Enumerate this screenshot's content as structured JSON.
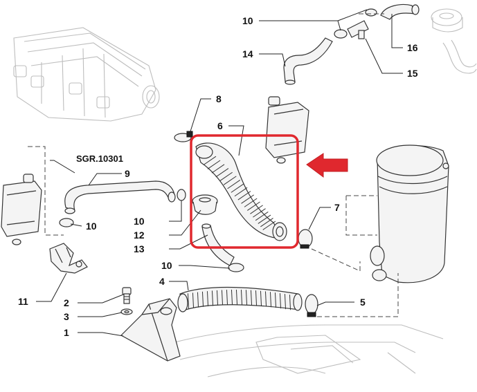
{
  "diagram": {
    "callouts": {
      "c1": "1",
      "c2": "2",
      "c3": "3",
      "c4": "4",
      "c5": "5",
      "c6": "6",
      "c7": "7",
      "c8": "8",
      "c9": "9",
      "c10_top": "10",
      "c10_left": "10",
      "c10_mid": "10",
      "c10_low": "10",
      "c11": "11",
      "c12": "12",
      "c13": "13",
      "c14": "14",
      "c15": "15",
      "c16": "16"
    },
    "reference": "SGR.10301",
    "colors": {
      "highlight_box": "#e0282e",
      "arrow": "#e0282e",
      "line": "#222222",
      "ghost": "#bdbdbd"
    }
  }
}
